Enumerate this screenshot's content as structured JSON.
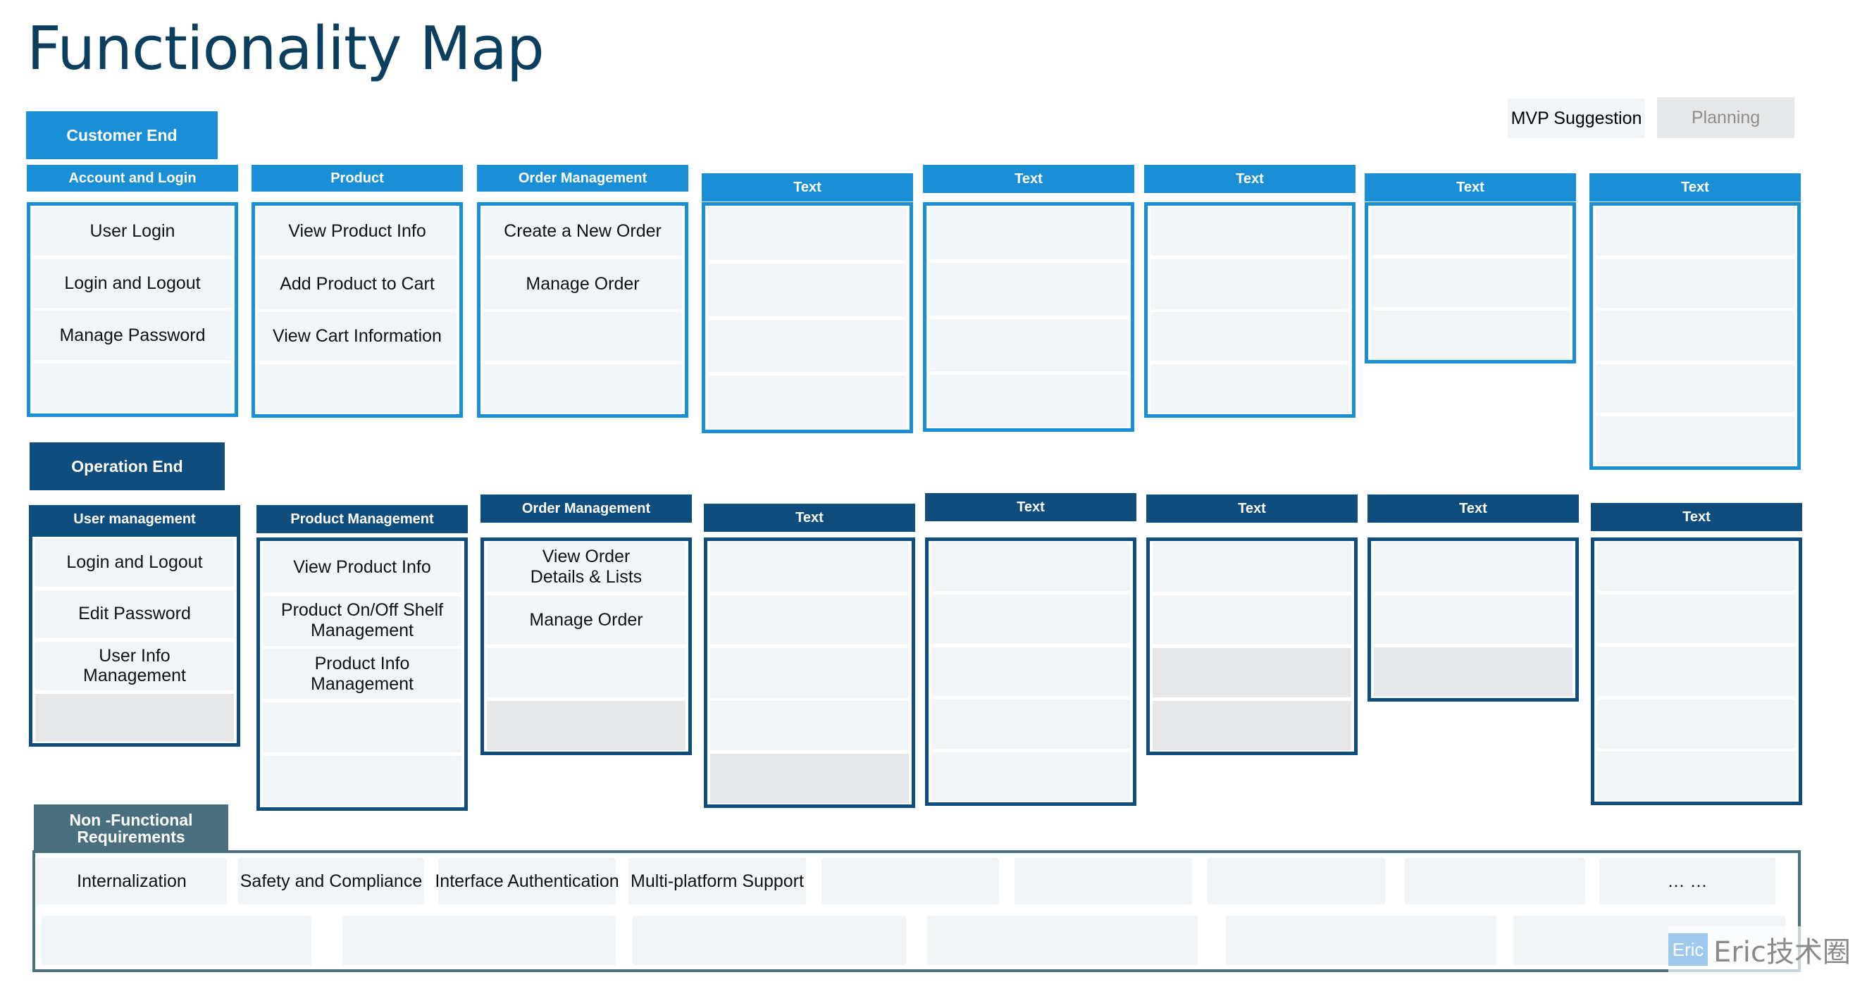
{
  "title": "Functionality Map",
  "legend": {
    "mvp": "MVP Suggestion",
    "planning": "Planning"
  },
  "colors": {
    "customer_blue": "#1a8fd6",
    "operation_navy": "#0e4d7e",
    "nfr_teal": "#4a6f7f",
    "planning_grey": "#e6e7e9",
    "cell_bg": "#f1f5f8",
    "title": "#0c3f5e"
  },
  "customer": {
    "label": "Customer End",
    "columns": [
      {
        "header": "Account and Login",
        "cells": [
          "User Login",
          "Login and Logout",
          "Manage Password",
          ""
        ]
      },
      {
        "header": "Product",
        "cells": [
          "View Product Info",
          "Add Product to Cart",
          "View Cart Information",
          ""
        ]
      },
      {
        "header": "Order Management",
        "cells": [
          "Create a New Order",
          "Manage Order",
          "",
          ""
        ]
      },
      {
        "header": "Text",
        "cells": [
          "",
          "",
          "",
          ""
        ]
      },
      {
        "header": "Text",
        "cells": [
          "",
          "",
          "",
          ""
        ]
      },
      {
        "header": "Text",
        "cells": [
          "",
          "",
          "",
          ""
        ]
      },
      {
        "header": "Text",
        "cells": [
          "",
          "",
          ""
        ]
      },
      {
        "header": "Text",
        "cells": [
          "",
          "",
          "",
          "",
          ""
        ]
      }
    ]
  },
  "operation": {
    "label": "Operation End",
    "columns": [
      {
        "header": "User management",
        "cells": [
          "Login and Logout",
          "Edit Password",
          "User Info\nManagement",
          ""
        ]
      },
      {
        "header": "Product  Management",
        "cells": [
          "View Product Info",
          "Product On/Off Shelf\nManagement",
          "Product Info\nManagement",
          "",
          ""
        ]
      },
      {
        "header": "Order Management",
        "cells": [
          "View Order\nDetails & Lists",
          "Manage Order",
          "",
          ""
        ]
      },
      {
        "header": "Text",
        "cells": [
          "",
          "",
          "",
          "",
          ""
        ]
      },
      {
        "header": "Text",
        "cells": [
          "",
          "",
          "",
          "",
          ""
        ]
      },
      {
        "header": "Text",
        "cells": [
          "",
          "",
          "",
          ""
        ]
      },
      {
        "header": "Text",
        "cells": [
          "",
          "",
          ""
        ]
      },
      {
        "header": "Text",
        "cells": [
          "",
          "",
          "",
          "",
          ""
        ]
      }
    ]
  },
  "nfr": {
    "label": "Non -Functional\nRequirements",
    "row1": [
      "Internalization",
      "Safety and Compliance",
      "Interface Authentication",
      "Multi-platform Support",
      "",
      "",
      "",
      "",
      "… …"
    ],
    "row2": [
      "",
      "",
      "",
      "",
      "",
      ""
    ]
  },
  "watermark": {
    "logo": "Eric",
    "text": "Eric技术圈"
  }
}
